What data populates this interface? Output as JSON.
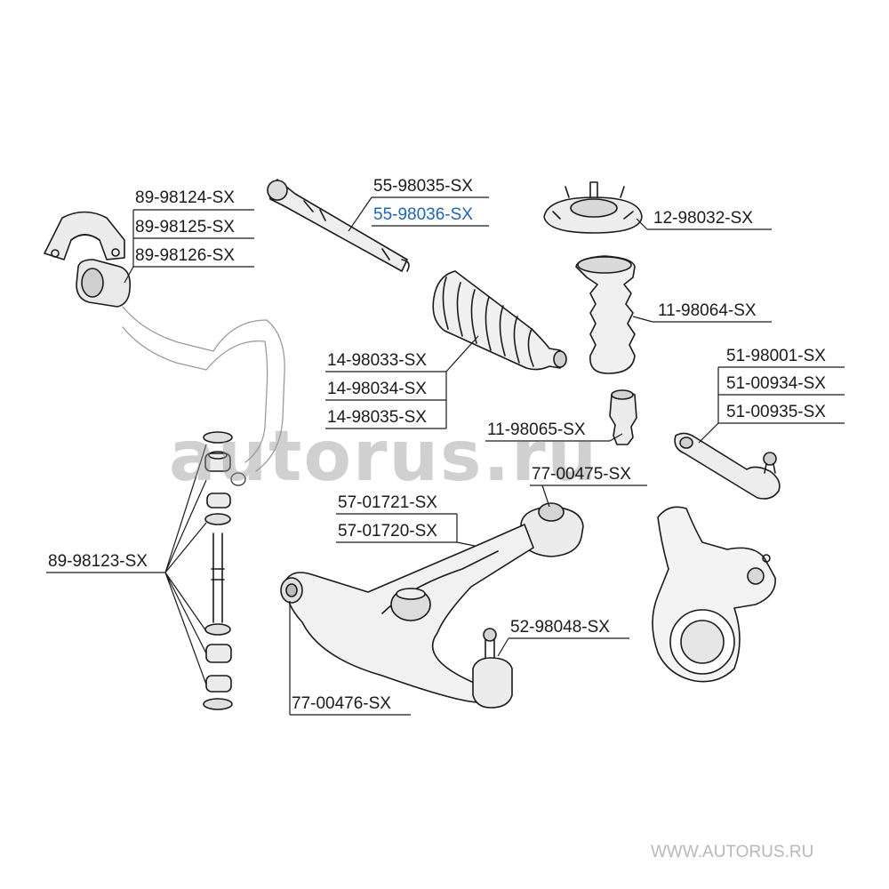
{
  "labels": {
    "l_89_98124": "89-98124-SX",
    "l_89_98125": "89-98125-SX",
    "l_89_98126": "89-98126-SX",
    "l_55_98035": "55-98035-SX",
    "l_55_98036": "55-98036-SX",
    "l_12_98032": "12-98032-SX",
    "l_11_98064": "11-98064-SX",
    "l_51_98001": "51-98001-SX",
    "l_51_00934": "51-00934-SX",
    "l_51_00935": "51-00935-SX",
    "l_14_98033": "14-98033-SX",
    "l_14_98034": "14-98034-SX",
    "l_14_98035": "14-98035-SX",
    "l_11_98065": "11-98065-SX",
    "l_77_00475": "77-00475-SX",
    "l_57_01721": "57-01721-SX",
    "l_57_01720": "57-01720-SX",
    "l_89_98123": "89-98123-SX",
    "l_52_98048": "52-98048-SX",
    "l_77_00476": "77-00476-SX"
  },
  "watermark": "autorus.ru",
  "site_url": "WWW.AUTORUS.RU",
  "colors": {
    "highlight": "#1f64b4",
    "line": "#1a1a1a",
    "part_fill": "#e6e6e6"
  }
}
